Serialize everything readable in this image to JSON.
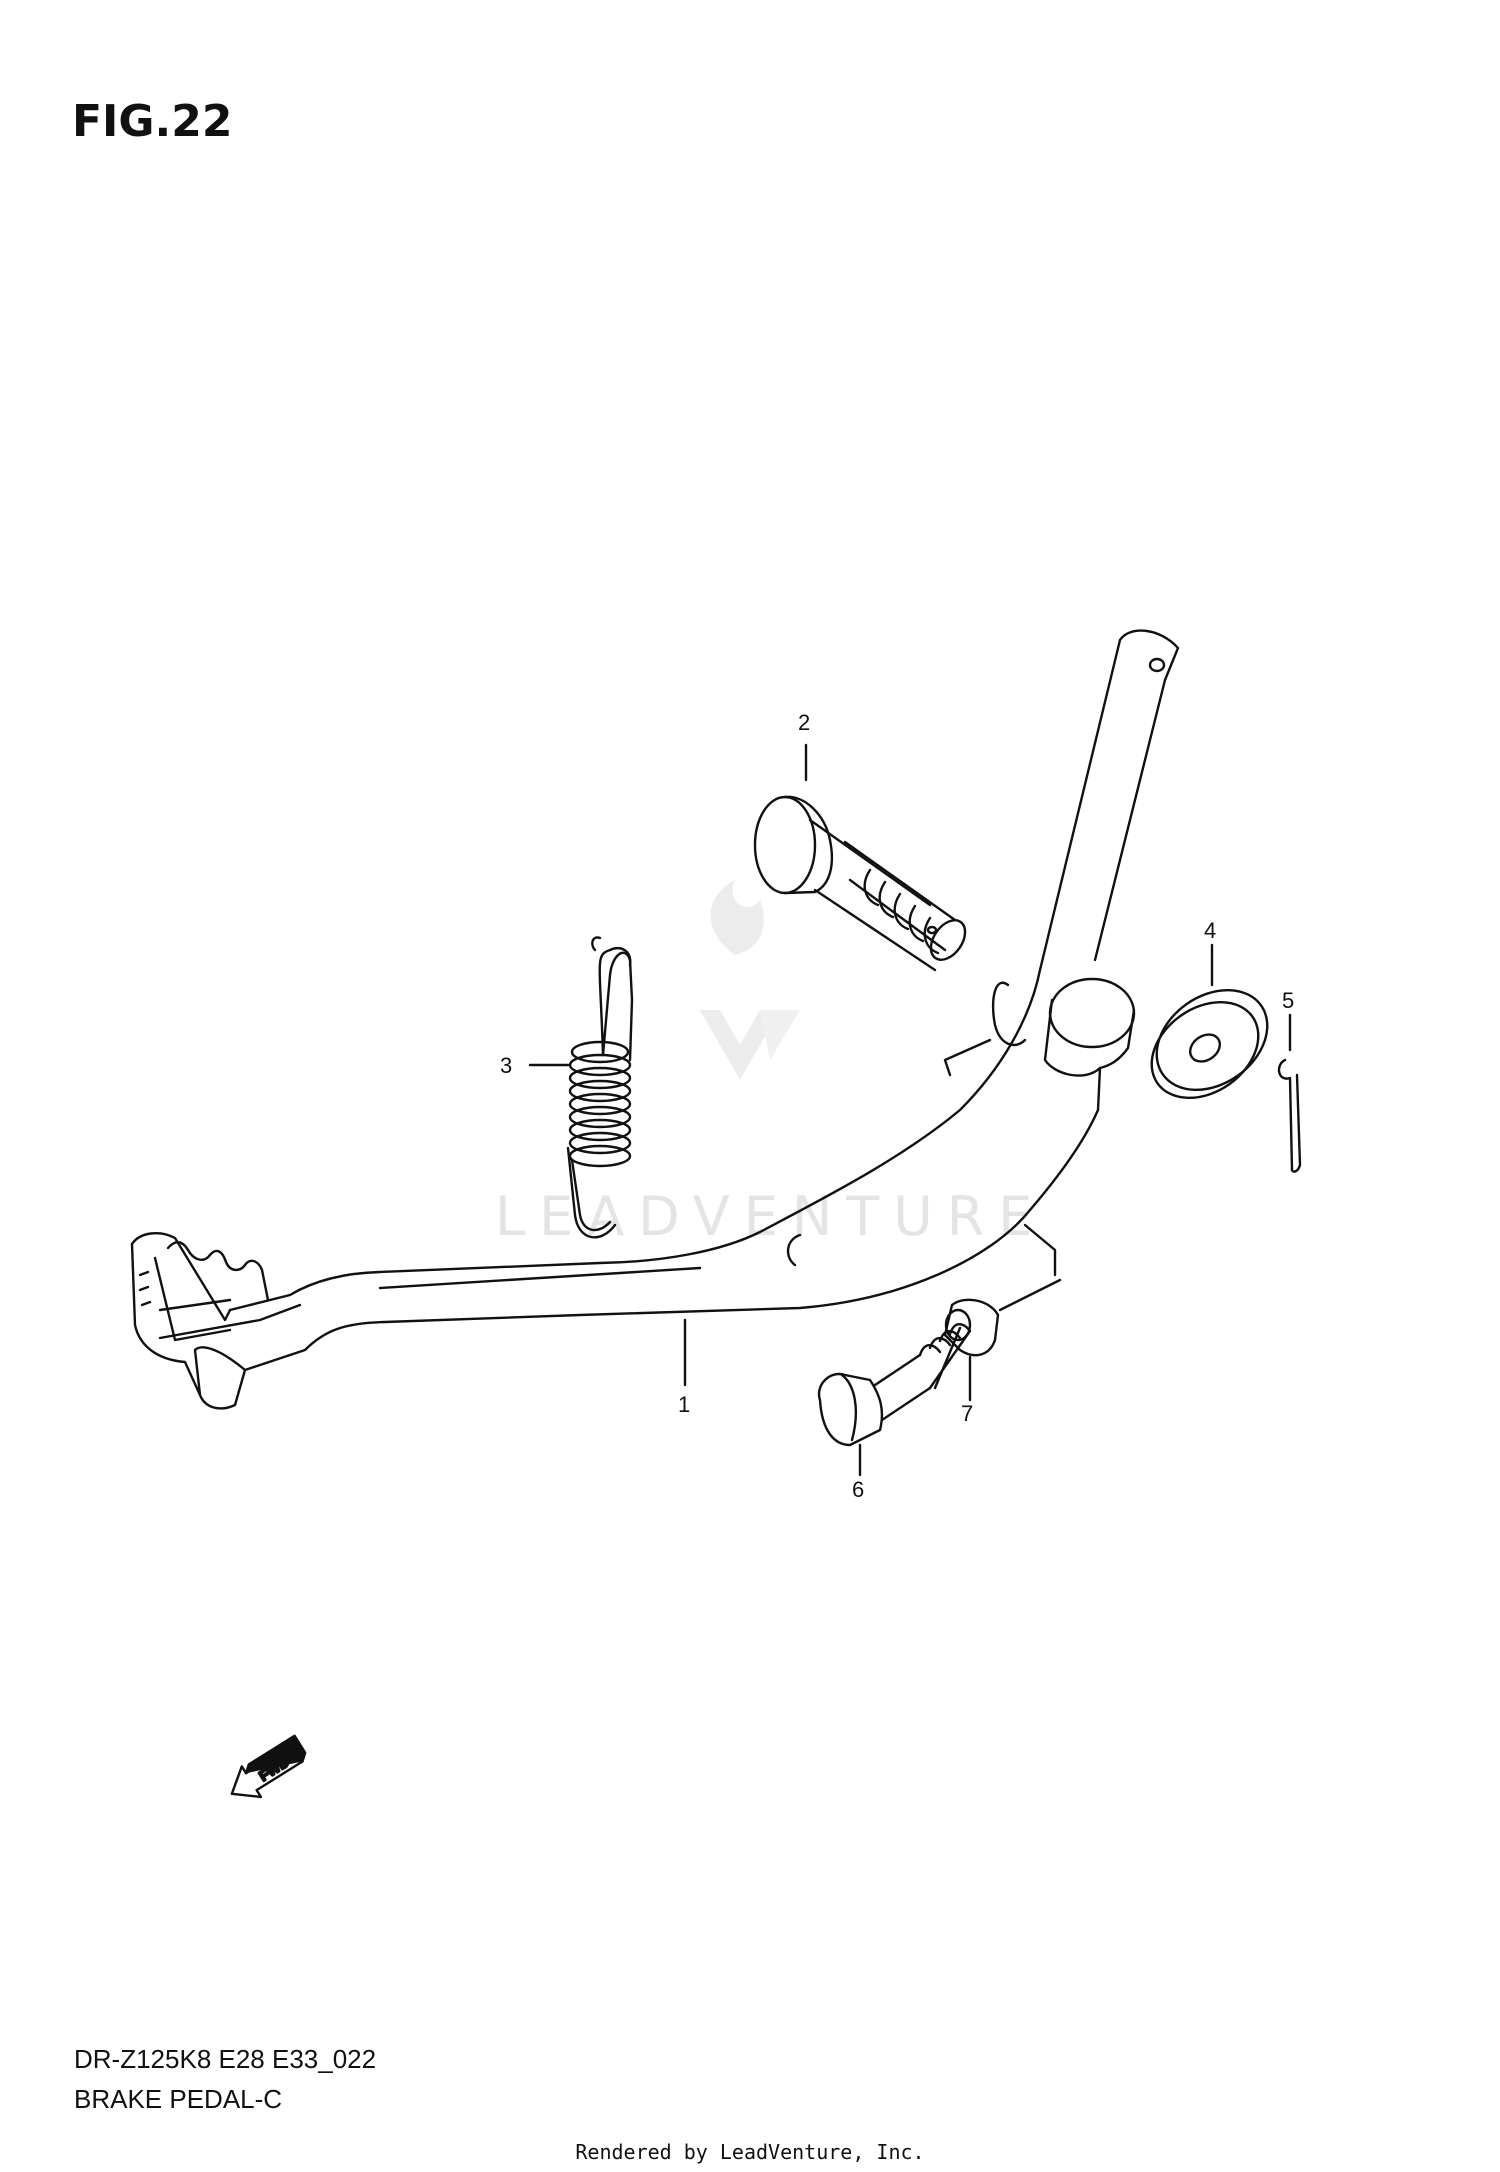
{
  "figure": {
    "title": "FIG.22",
    "model_code": "DR-Z125K8 E28 E33_022",
    "name": "BRAKE PEDAL-C"
  },
  "callouts": [
    "1",
    "2",
    "3",
    "4",
    "5",
    "6",
    "7"
  ],
  "parts": [
    {
      "callout": "1",
      "icon": "brake-pedal"
    },
    {
      "callout": "2",
      "icon": "pivot-shaft"
    },
    {
      "callout": "3",
      "icon": "return-spring"
    },
    {
      "callout": "4",
      "icon": "washer"
    },
    {
      "callout": "5",
      "icon": "cotter-pin"
    },
    {
      "callout": "6",
      "icon": "bolt"
    },
    {
      "callout": "7",
      "icon": "nut"
    }
  ],
  "direction_marker": "FWD",
  "watermark": "LEADVENTURE",
  "footer": "Rendered by LeadVenture, Inc.",
  "colors": {
    "line": "#111111",
    "watermark": "#e4e4e4",
    "background": "#ffffff"
  }
}
